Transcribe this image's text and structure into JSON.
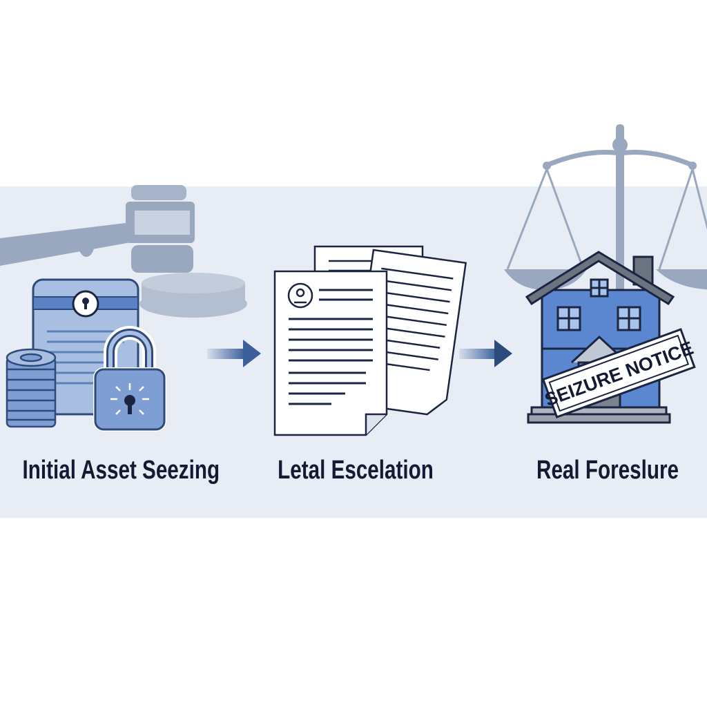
{
  "steps": [
    {
      "label": "Initial Asset Seezing",
      "icon": "asset-freeze-icon"
    },
    {
      "label": "Letal Escelation",
      "icon": "legal-documents-icon"
    },
    {
      "label": "Real Foreslure",
      "icon": "house-foreclosure-icon"
    }
  ],
  "notice_sign": "SEIZURE NOTICE",
  "colors": {
    "band": "#e8edf5",
    "accent": "#5b82c4",
    "ink": "#141a33",
    "muted": "#9aa8bf"
  }
}
